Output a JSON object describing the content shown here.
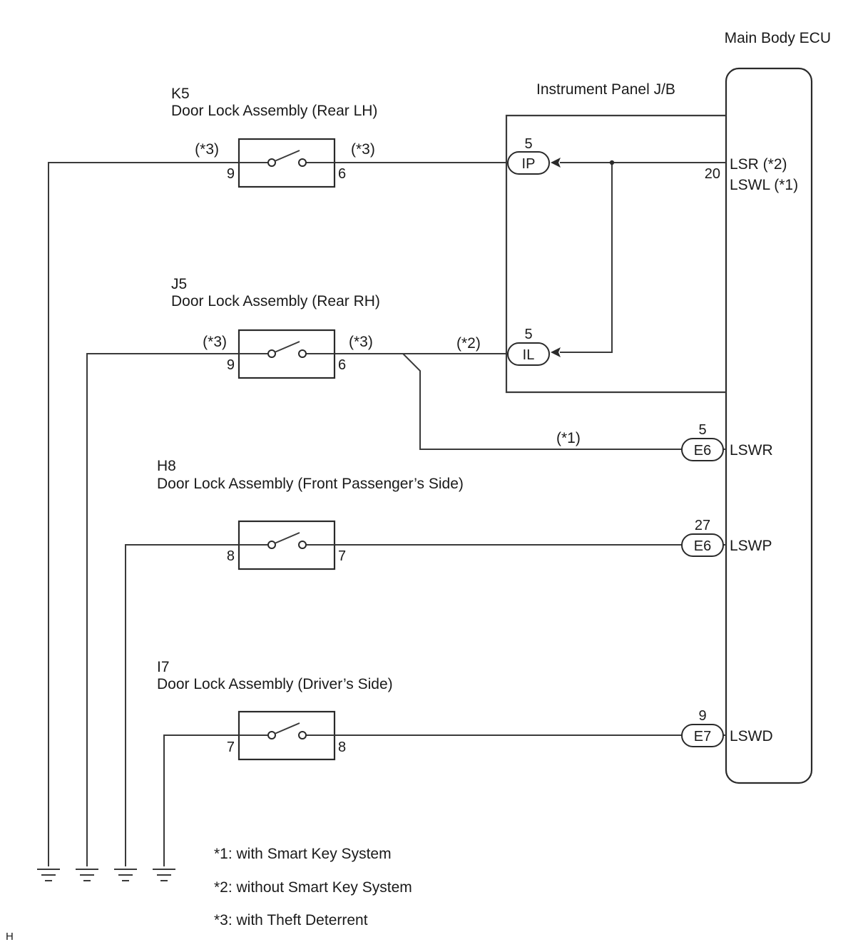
{
  "ecu": {
    "title": "Main Body ECU",
    "signals": {
      "lsr": "LSR (*2)",
      "lswl": "LSWL (*1)",
      "lswr": "LSWR",
      "lswp": "LSWP",
      "lswd": "LSWD"
    },
    "pin_lsr": "20"
  },
  "junction_block": {
    "title": "Instrument Panel J/B",
    "connectors": {
      "ip": {
        "name": "IP",
        "pin": "5"
      },
      "il": {
        "name": "IL",
        "pin": "5"
      }
    }
  },
  "ecu_connectors": {
    "lswr": {
      "name": "E6",
      "pin": "5"
    },
    "lswp": {
      "name": "E6",
      "pin": "27"
    },
    "lswd": {
      "name": "E7",
      "pin": "9"
    }
  },
  "components": {
    "k5": {
      "code": "K5",
      "name": "Door Lock Assembly (Rear LH)",
      "pin_left": "9",
      "pin_right": "6",
      "note_left": "(*3)",
      "note_right": "(*3)"
    },
    "j5": {
      "code": "J5",
      "name": "Door Lock Assembly (Rear RH)",
      "pin_left": "9",
      "pin_right": "6",
      "note_left": "(*3)",
      "note_right": "(*3)",
      "note_il": "(*2)",
      "note_lswr": "(*1)"
    },
    "h8": {
      "code": "H8",
      "name": "Door Lock Assembly (Front Passenger’s Side)",
      "pin_left": "8",
      "pin_right": "7"
    },
    "i7": {
      "code": "I7",
      "name": "Door Lock Assembly (Driver’s Side)",
      "pin_left": "7",
      "pin_right": "8"
    }
  },
  "legend": [
    "*1: with Smart Key System",
    "*2: without Smart Key System",
    "*3: with Theft Deterrent"
  ],
  "corner_mark": "H"
}
